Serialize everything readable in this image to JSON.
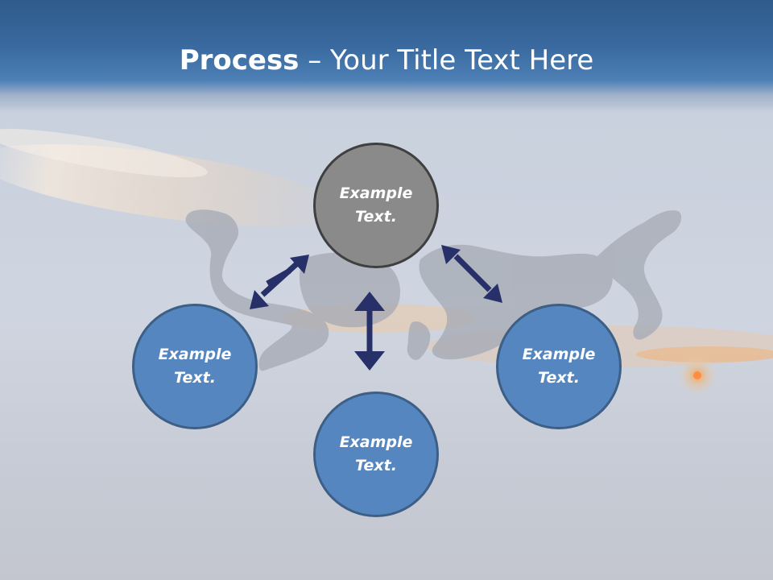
{
  "title": {
    "bold": "Process",
    "rest": " – Your Title Text Here"
  },
  "nodes": {
    "top": {
      "line1": "Example",
      "line2": "Text."
    },
    "left": {
      "line1": "Example",
      "line2": "Text."
    },
    "right": {
      "line1": "Example",
      "line2": "Text."
    },
    "bottom": {
      "line1": "Example",
      "line2": "Text."
    }
  },
  "colors": {
    "node_fill": "#5586bf",
    "node_border": "#3d5f86",
    "center_fill": "#8a8a8a",
    "center_border": "#3f3f3f",
    "arrow": "#28306a",
    "header": "#3a6aa0"
  }
}
